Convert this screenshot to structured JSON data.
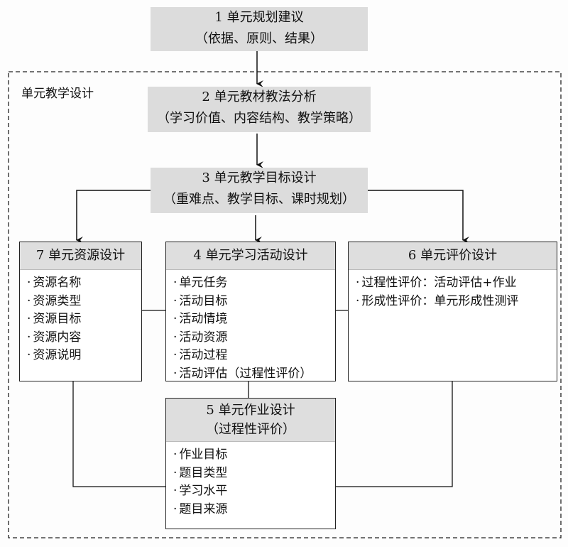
{
  "frame_label": "单元教学设计",
  "step1": {
    "title": "1 单元规划建议",
    "subtitle": "（依据、原则、结果）"
  },
  "step2": {
    "title": "2 单元教材教法分析",
    "subtitle": "（学习价值、内容结构、教学策略）"
  },
  "step3": {
    "title": "3 单元教学目标设计",
    "subtitle": "（重难点、教学目标、课时规划）"
  },
  "step7": {
    "title": "7 单元资源设计",
    "items": [
      "资源名称",
      "资源类型",
      "资源目标",
      "资源内容",
      "资源说明"
    ]
  },
  "step4": {
    "title": "4 单元学习活动设计",
    "items": [
      "单元任务",
      "活动目标",
      "活动情境",
      "活动资源",
      "活动过程",
      "活动评估（过程性评价）"
    ]
  },
  "step6": {
    "title": "6 单元评价设计",
    "items": [
      "过程性评价：活动评估+作业",
      "形成性评价：单元形成性测评"
    ]
  },
  "step5": {
    "title": "5 单元作业设计",
    "subtitle": "（过程性评价）",
    "items": [
      "作业目标",
      "题目类型",
      "学习水平",
      "题目来源"
    ]
  }
}
